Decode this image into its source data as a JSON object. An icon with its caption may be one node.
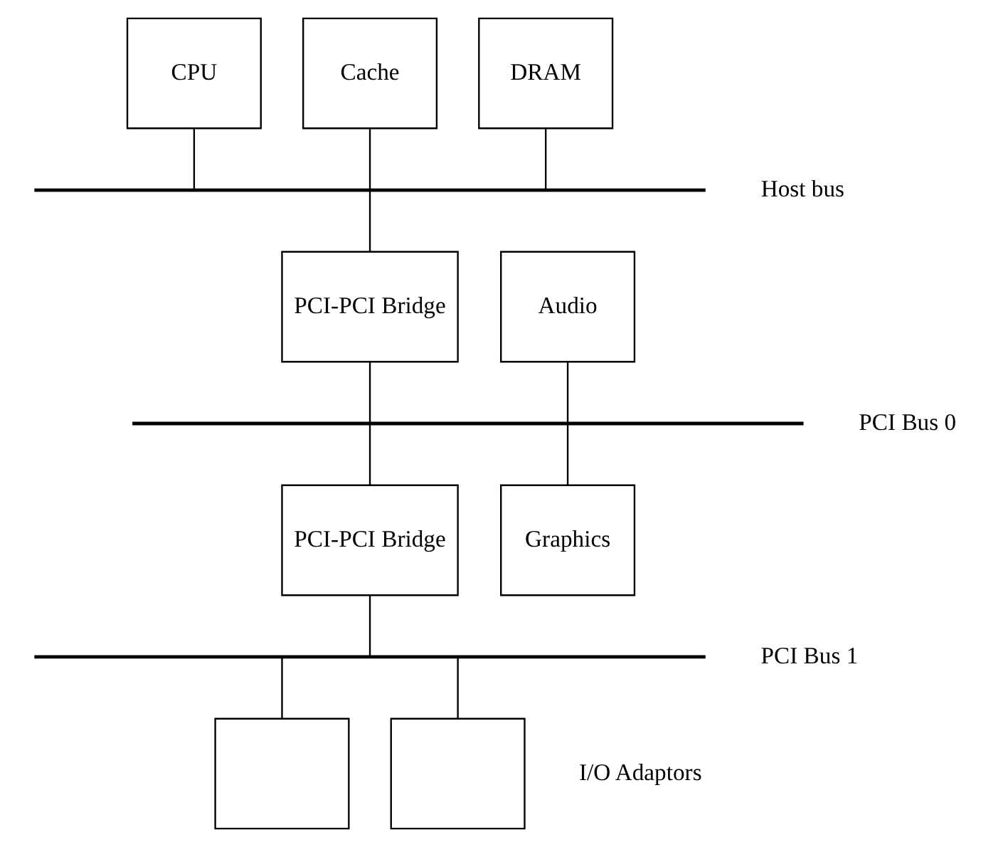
{
  "diagram": {
    "nodes": [
      {
        "text": [
          "CPU"
        ]
      },
      {
        "text": [
          "Cache"
        ]
      },
      {
        "text": [
          "DRAM"
        ]
      },
      {
        "text": [],
        "shape": "bar",
        "beside": [
          "Host bus"
        ]
      },
      {
        "text": [
          "Audio"
        ]
      },
      {
        "text": [
          "PCI-PCI Bridge"
        ]
      },
      {
        "text": [],
        "shape": "bar",
        "beside": [
          "PCI Bus 0"
        ]
      },
      {
        "text": [
          "PCI-PCI Bridge"
        ]
      },
      {
        "text": [
          "Graphics"
        ]
      },
      {
        "text": [],
        "shape": "bar",
        "beside": [
          "PCI Bus 1"
        ]
      },
      {
        "text": [],
        "shape": "box"
      },
      {
        "text": [],
        "shape": "box"
      }
    ],
    "edges": [
      {
        "from": 0,
        "to": 3,
        "arrow": "none"
      },
      {
        "from": 1,
        "to": 3,
        "arrow": "none"
      },
      {
        "from": 2,
        "to": 3,
        "arrow": "none"
      },
      {
        "from": 3,
        "to": 5,
        "arrow": "none"
      },
      {
        "from": 4,
        "to": 6,
        "arrow": "none"
      },
      {
        "from": 5,
        "to": 6,
        "arrow": "none"
      },
      {
        "from": 6,
        "to": 7,
        "arrow": "none"
      },
      {
        "from": 6,
        "to": 8,
        "arrow": "none"
      },
      {
        "from": 7,
        "to": 9,
        "arrow": "none"
      },
      {
        "from": 9,
        "to": 10,
        "arrow": "none"
      },
      {
        "from": 9,
        "to": 11,
        "arrow": "none"
      }
    ],
    "labels": [
      "I/O Adaptors"
    ]
  }
}
